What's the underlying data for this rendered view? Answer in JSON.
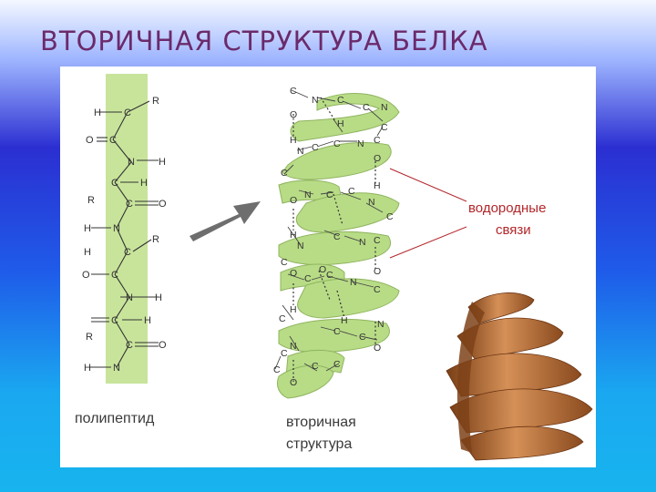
{
  "slide": {
    "title": "ВТОРИЧНАЯ СТРУКТУРА БЕЛКА"
  },
  "labels": {
    "polypeptide": "полипептид",
    "secondary_line1": "вторичная",
    "secondary_line2": "структура",
    "hbond_line1": "водородные",
    "hbond_line2": "связи"
  },
  "atoms": {
    "c": "C",
    "n": "N",
    "h": "H",
    "o": "O",
    "r": "R"
  },
  "colors": {
    "strand_fill": "#c8e49b",
    "helix_fill": "#b8dc86",
    "hbond_label": "#b3262a",
    "title": "#6b2a6b",
    "protein_brown": "#b06a33"
  }
}
